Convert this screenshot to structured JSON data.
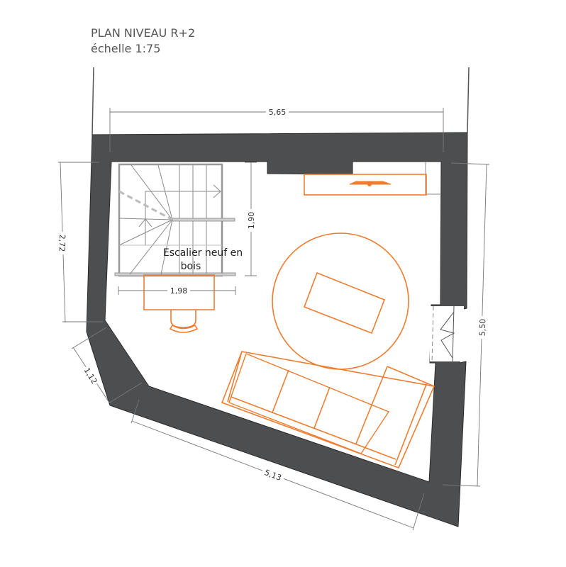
{
  "plan": {
    "title": "PLAN NIVEAU R+2",
    "scale": "échelle 1:75"
  },
  "dimensions": {
    "top_width": "5,65",
    "right_height": "5,50",
    "left_height": "2,72",
    "left_diagonal": "1,12",
    "bottom_diagonal": "5,13",
    "stair_depth": "1,90",
    "stair_width": "1,98"
  },
  "labels": {
    "stair_line1": "Escalier neuf en",
    "stair_line2": "bois"
  },
  "colors": {
    "wall": "#4d4e50",
    "furniture": "#ee7d31",
    "dimension": "#777777",
    "stair": "#8a8a8a"
  }
}
